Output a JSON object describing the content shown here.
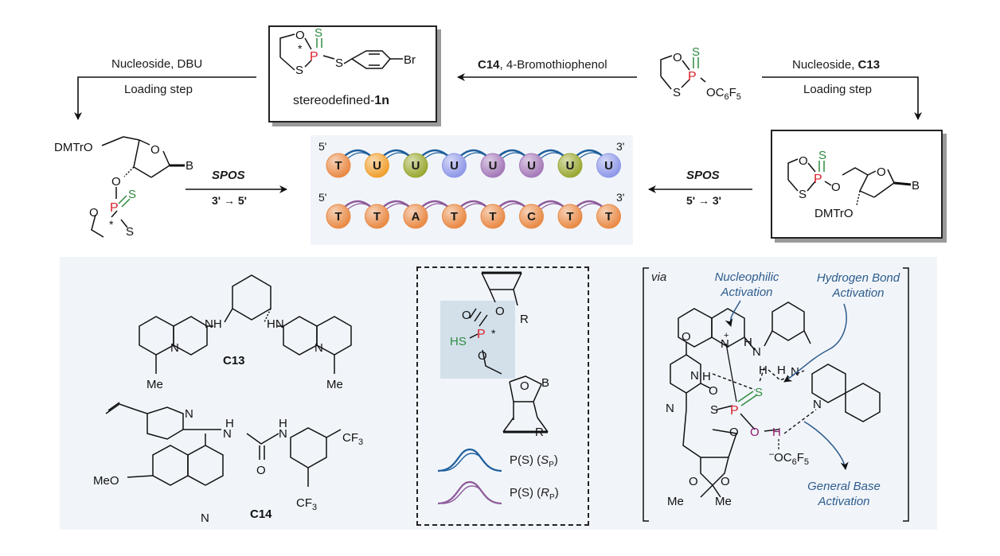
{
  "top": {
    "left_arrow_top": "Nucleoside, DBU",
    "left_arrow_bottom": "Loading step",
    "mid_arrow_prefix": "C14",
    "mid_arrow_suffix": ", 4-Bromothiophenol",
    "right_arrow_top_prefix": "Nucleoside, ",
    "right_arrow_top_bold": "C13",
    "right_arrow_bottom": "Loading step",
    "reagent_1n_caption_prefix": "stereodefined-",
    "reagent_1n_caption_bold": "1n",
    "start_reagent_sub": "OC",
    "left_spos": "SPOS",
    "left_direction": "3' → 5'",
    "right_spos": "SPOS",
    "right_direction": "5' → 3'",
    "left_monomer_protecting": "DMTrO",
    "right_monomer_protecting": "DMTrO",
    "base": "B"
  },
  "strands": {
    "strand1_start": "5'",
    "strand1_end": "3'",
    "strand1": [
      {
        "letter": "T",
        "color": "#e98a45"
      },
      {
        "letter": "U",
        "color": "#f0a030"
      },
      {
        "letter": "U",
        "color": "#9ba832"
      },
      {
        "letter": "U",
        "color": "#8f98e8"
      },
      {
        "letter": "U",
        "color": "#a57ab8"
      },
      {
        "letter": "U",
        "color": "#a57ab8"
      },
      {
        "letter": "U",
        "color": "#9ba832"
      },
      {
        "letter": "U",
        "color": "#8f98e8"
      }
    ],
    "strand2_start": "5'",
    "strand2_end": "3'",
    "strand2": [
      {
        "letter": "T",
        "color": "#e98a45"
      },
      {
        "letter": "T",
        "color": "#e98a45"
      },
      {
        "letter": "A",
        "color": "#e98a45"
      },
      {
        "letter": "T",
        "color": "#e98a45"
      },
      {
        "letter": "T",
        "color": "#e98a45"
      },
      {
        "letter": "C",
        "color": "#e98a45"
      },
      {
        "letter": "T",
        "color": "#e98a45"
      },
      {
        "letter": "T",
        "color": "#e98a45"
      }
    ]
  },
  "catalysts": {
    "c13_label": "C13",
    "c14_label": "C14",
    "me_1": "Me",
    "me_2": "Me",
    "meo": "MeO",
    "cf3_1": "CF3",
    "cf3_2": "CF3"
  },
  "legend": {
    "sp_label": "P(S) (SP)",
    "rp_label": "P(S) (RP)",
    "sp_color": "#1f5f9c",
    "rp_color": "#8e5a9a",
    "hs": "HS",
    "r1": "R",
    "r2": "R",
    "b": "B"
  },
  "mechanism": {
    "via": "via",
    "ann_nucleophilic": "Nucleophilic\nActivation",
    "ann_hbond": "Hydrogen Bond\nActivation",
    "ann_base": "General Base\nActivation",
    "counterion": "–OC6F5",
    "me_left": "Me",
    "me_right": "Me"
  },
  "colors": {
    "phosphorus": "#d8202a",
    "sulfur_double": "#2e8b3e",
    "highlight_h": "#8e1a6e",
    "annotation": "#2e5c8c"
  }
}
